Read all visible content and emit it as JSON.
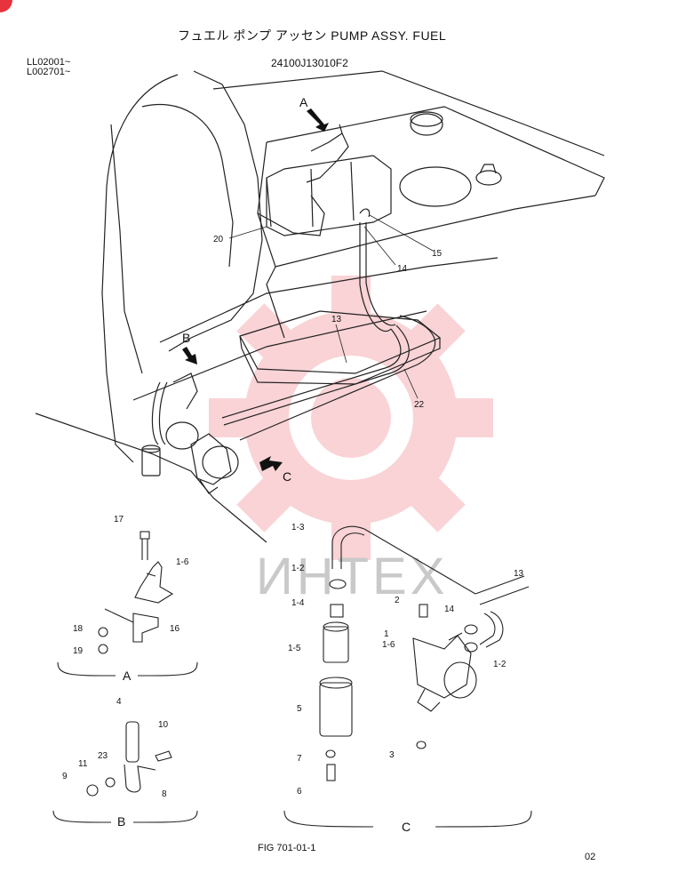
{
  "header": {
    "title": "フュエル ポンプ アッセン PUMP ASSY. FUEL",
    "serial_1": "LL02001~",
    "serial_2": "L002701~",
    "part_number": "24100J13010F2"
  },
  "footer": {
    "figure": "FIG 701-01-1",
    "page": "02"
  },
  "watermark": {
    "text": "ИНТЕХ",
    "color": "#f4a3a8"
  },
  "views": {
    "a": "A",
    "b": "B",
    "c": "C"
  },
  "callouts": {
    "main": [
      "20",
      "14",
      "15",
      "13",
      "22"
    ],
    "view_a": [
      "17",
      "1-6",
      "18",
      "16",
      "19"
    ],
    "view_b": [
      "4",
      "10",
      "23",
      "11",
      "9",
      "8"
    ],
    "view_c": [
      "1-3",
      "1-2",
      "1-4",
      "1-5",
      "5",
      "7",
      "6",
      "2",
      "1",
      "1-6",
      "14",
      "13",
      "1-2",
      "3"
    ]
  }
}
